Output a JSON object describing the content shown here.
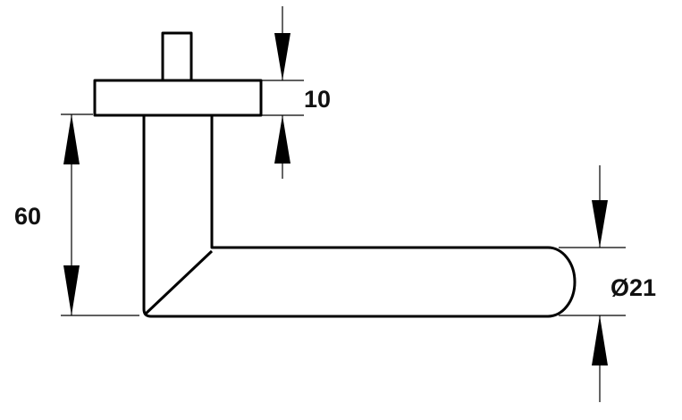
{
  "drawing": {
    "subject": "lever handle on rose",
    "line_color": "#000000",
    "background": "#ffffff"
  },
  "dimensions": {
    "rose_thickness": {
      "label": "10",
      "value": 10
    },
    "rose_to_lever_height": {
      "label": "60",
      "value": 60
    },
    "lever_diameter": {
      "label": "Ø21",
      "value": 21
    }
  }
}
